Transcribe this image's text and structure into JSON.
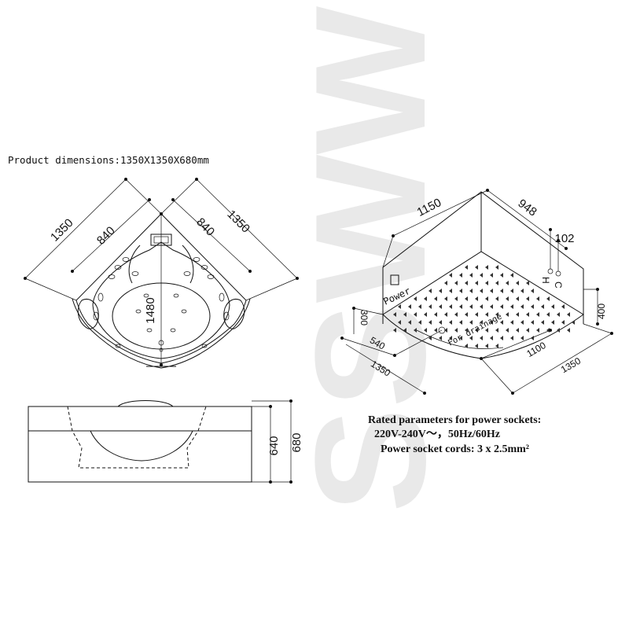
{
  "title": "Product dimensions:1350X1350X680mm",
  "watermark": "SSWW",
  "top_view": {
    "dim_outer_left": "1350",
    "dim_outer_right": "1350",
    "dim_inner_left": "840",
    "dim_inner_right": "840",
    "dim_center": "1480"
  },
  "side_view": {
    "dim_inner_height": "640",
    "dim_total_height": "680"
  },
  "install_view": {
    "dim_back_left": "1150",
    "dim_back_right": "948",
    "dim_hc_offset": "102",
    "dim_left_height": "300",
    "dim_right_height": "400",
    "dim_drain_offset": "540",
    "dim_front_left": "1350",
    "dim_inner_right": "1100",
    "dim_front_right": "1350",
    "label_power": "Power",
    "label_drainage": "For drainage",
    "label_hot": "H",
    "label_cold": "C"
  },
  "specs": {
    "heading": "Rated parameters for power sockets:",
    "voltage": "220V-240V～，50Hz/60Hz",
    "cords": "Power socket cords: 3 x 2.5mm²"
  }
}
